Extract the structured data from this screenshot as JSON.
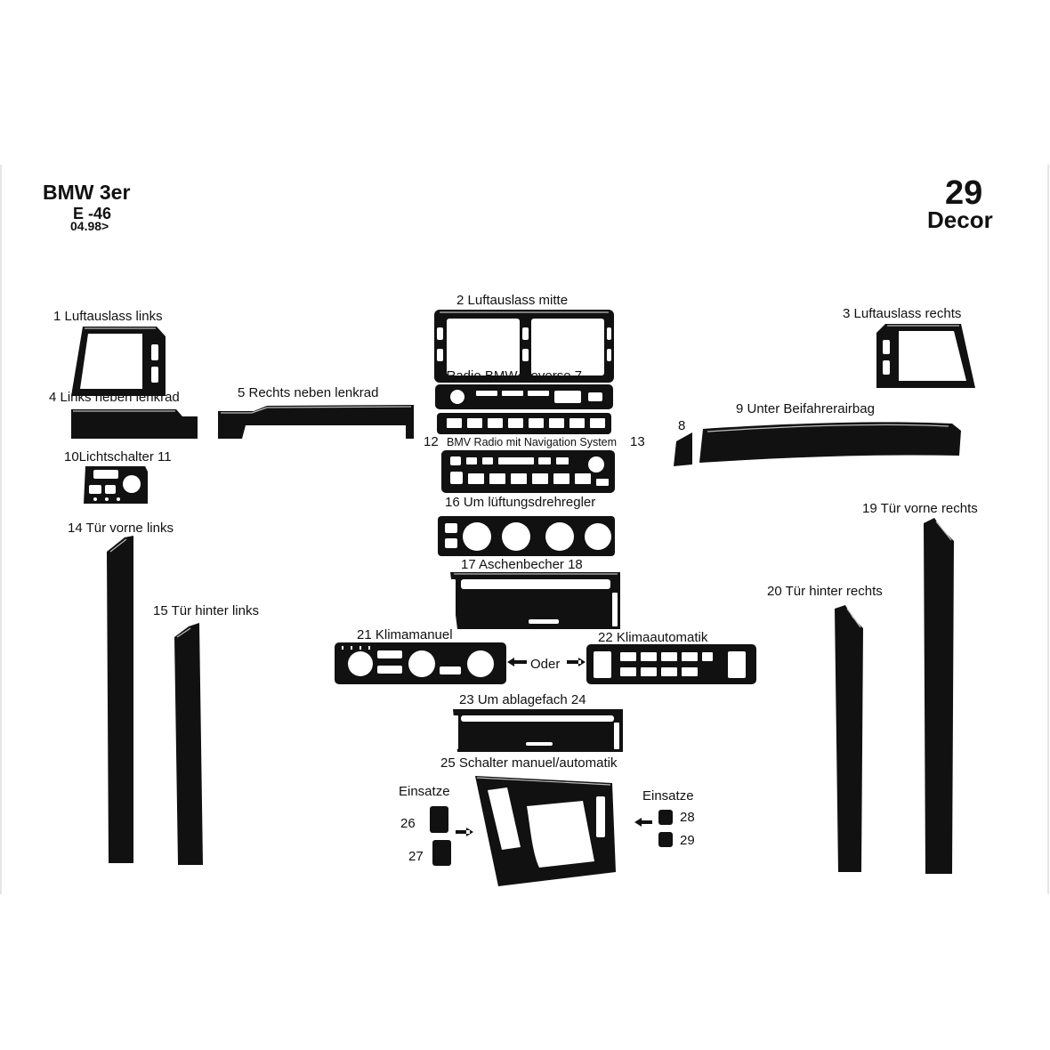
{
  "header": {
    "model": "BMW 3er",
    "series": "E -46",
    "date": "04.98>",
    "decor_number": "29",
    "decor_word": "Decor"
  },
  "labels": {
    "p1": "1  Luftauslass links",
    "p2": "2  Luftauslass mitte",
    "p3": "3  Luftauslass rechts",
    "p4": "4   Links neben lenkrad",
    "p5": "5 Rechts neben lenkrad",
    "p6": "6   Radio BMW Reverse  7",
    "p8": "8",
    "p9": "9 Unter Beifahrerairbag",
    "p10": "10Lichtschalter 11",
    "p12": "12",
    "p12_text": "BMV Radio mit Navigation System",
    "p13": "13",
    "p14": "14  Tür vorne links",
    "p15": "15  Tür hinter links",
    "p16": "16 Um lüftungsdrehregler",
    "p17": "17    Aschenbecher  18",
    "p19": "19 Tür vorne rechts",
    "p20": "20  Tür hinter rechts",
    "p21": "21   Klimamanuel",
    "p22": "22 Klimaautomatik",
    "oder": "Oder",
    "p23": "23 Um ablagefach  24",
    "p25": "25 Schalter manuel/automatik",
    "einsatze_left": "Einsatze",
    "einsatze_right": "Einsatze",
    "p26": "26",
    "p27": "27",
    "p28": "28",
    "p29": "29"
  },
  "colors": {
    "part": "#111111",
    "background": "#ffffff",
    "border_line": "#cccccc"
  }
}
